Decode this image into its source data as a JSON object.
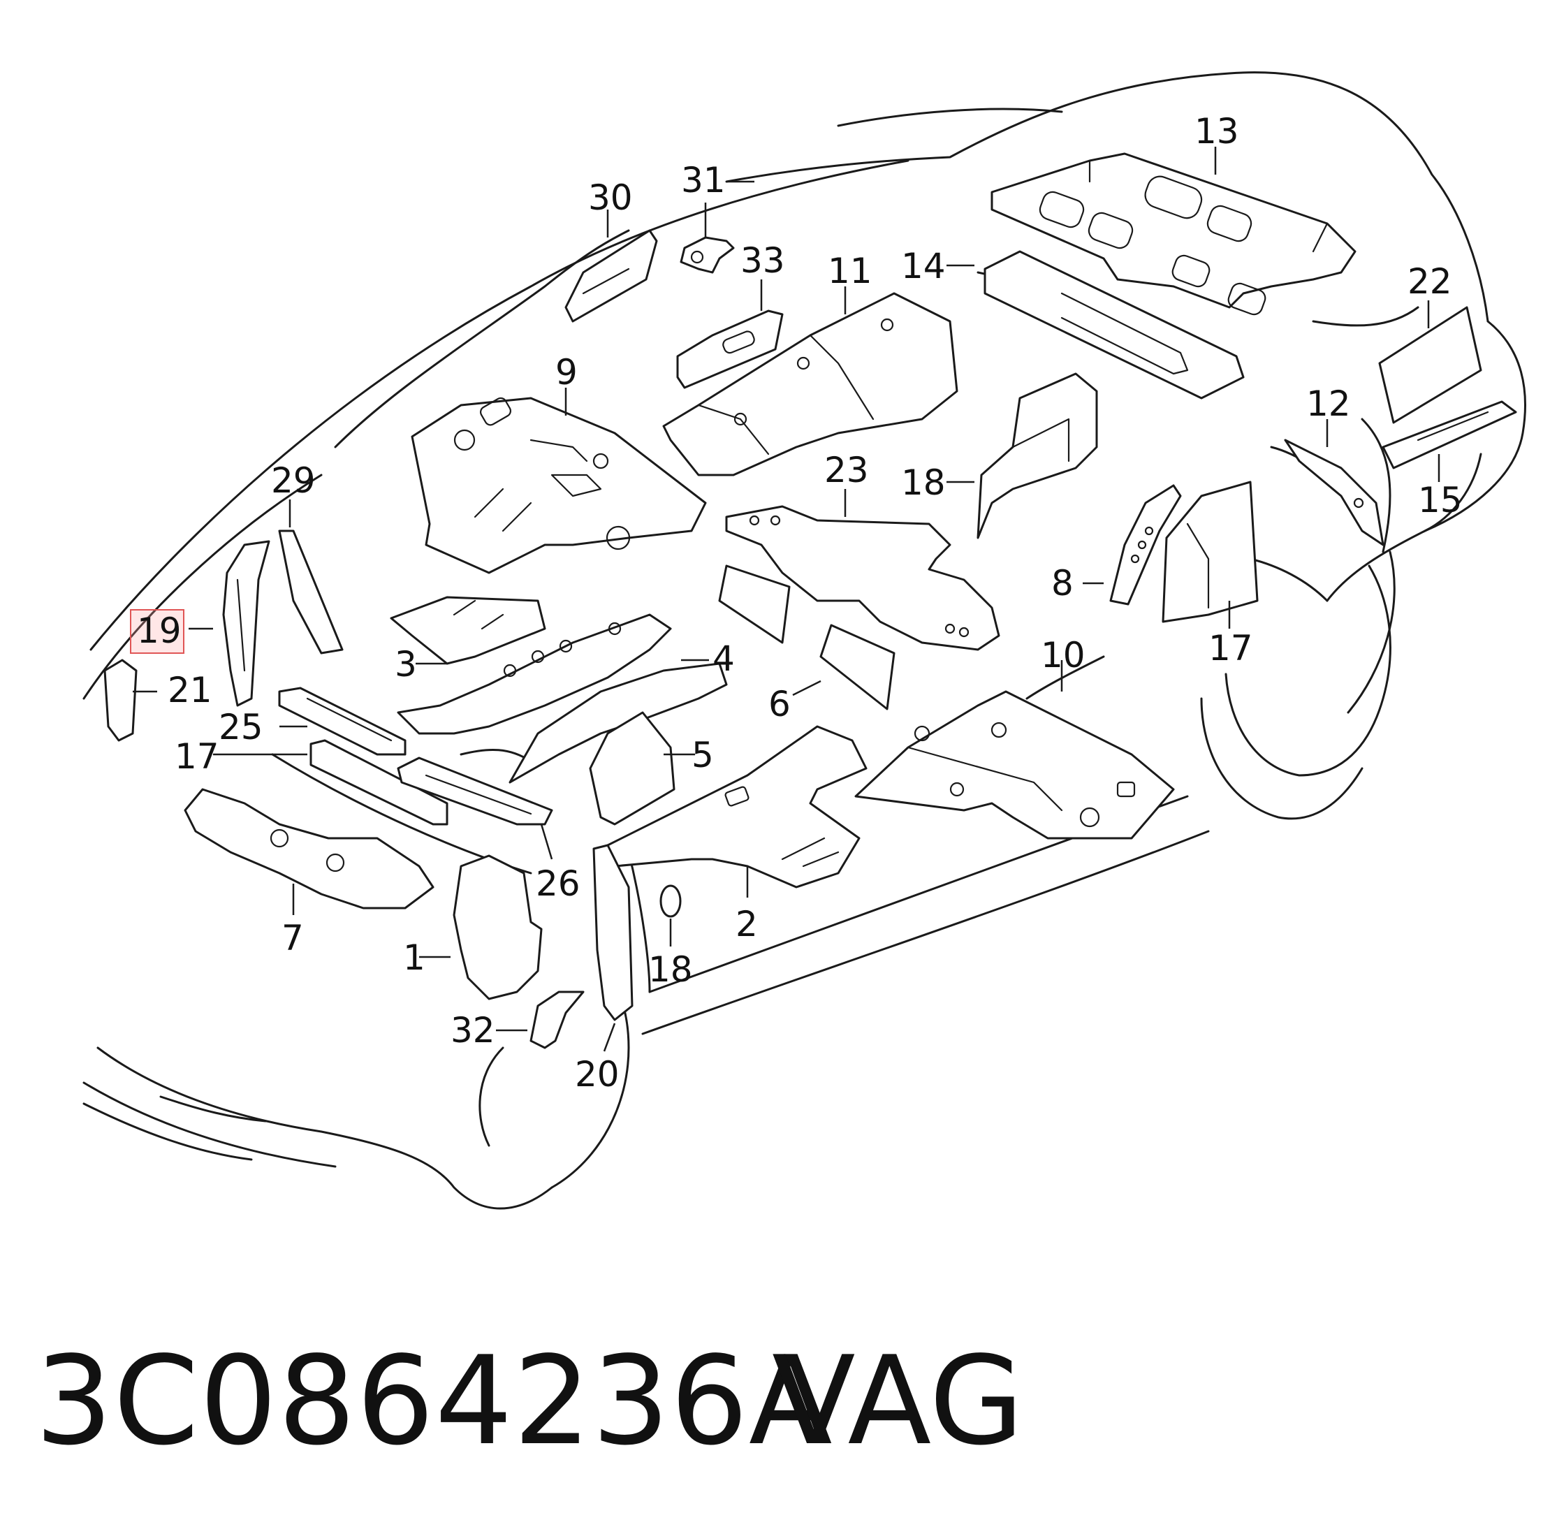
{
  "callouts": [
    {
      "id": "13",
      "text": "13"
    },
    {
      "id": "31",
      "text": "31"
    },
    {
      "id": "30",
      "text": "30"
    },
    {
      "id": "33",
      "text": "33"
    },
    {
      "id": "11",
      "text": "11"
    },
    {
      "id": "14",
      "text": "14"
    },
    {
      "id": "22",
      "text": "22"
    },
    {
      "id": "9",
      "text": "9"
    },
    {
      "id": "12",
      "text": "12"
    },
    {
      "id": "29",
      "text": "29"
    },
    {
      "id": "23",
      "text": "23"
    },
    {
      "id": "18a",
      "text": "18"
    },
    {
      "id": "15",
      "text": "15"
    },
    {
      "id": "8",
      "text": "8"
    },
    {
      "id": "19",
      "text": "19"
    },
    {
      "id": "3",
      "text": "3"
    },
    {
      "id": "4",
      "text": "4"
    },
    {
      "id": "17a",
      "text": "17"
    },
    {
      "id": "10",
      "text": "10"
    },
    {
      "id": "21",
      "text": "21"
    },
    {
      "id": "6",
      "text": "6"
    },
    {
      "id": "25",
      "text": "25"
    },
    {
      "id": "5",
      "text": "5"
    },
    {
      "id": "17b",
      "text": "17"
    },
    {
      "id": "26",
      "text": "26"
    },
    {
      "id": "7",
      "text": "7"
    },
    {
      "id": "1",
      "text": "1"
    },
    {
      "id": "2",
      "text": "2"
    },
    {
      "id": "18b",
      "text": "18"
    },
    {
      "id": "32",
      "text": "32"
    },
    {
      "id": "20",
      "text": "20"
    }
  ],
  "highlighted_callout": "19",
  "caption": {
    "part_number": "3C0864236A",
    "brand": "VAG"
  }
}
